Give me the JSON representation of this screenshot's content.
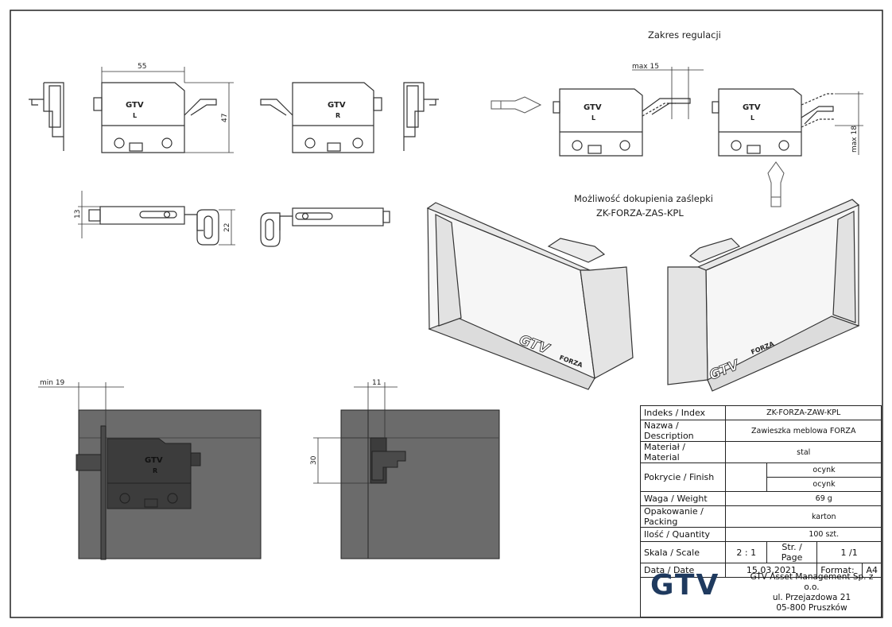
{
  "labels": {
    "zakres": "Zakres regulacji",
    "mozliwosc_1": "Możliwość dokupienia zaślepki",
    "mozliwosc_2": "ZK-FORZA-ZAS-KPL"
  },
  "dims": {
    "d55": "55",
    "d47": "47",
    "d13": "13",
    "d22": "22",
    "max15": "max 15",
    "max18": "max 18",
    "min19": "min 19",
    "d11": "11",
    "d30": "30"
  },
  "marks": {
    "gtv": "GTV",
    "L": "L",
    "R": "R",
    "forza": "FORZA"
  },
  "titleblock": {
    "index_label": "Indeks / Index",
    "index_value": "ZK-FORZA-ZAW-KPL",
    "name_label": "Nazwa / Description",
    "name_value": "Zawieszka meblowa FORZA",
    "material_label": "Materiał / Material",
    "material_value": "stal",
    "finish_label": "Pokrycie / Finish",
    "finish_value_1": "ocynk",
    "finish_value_2": "ocynk",
    "weight_label": "Waga / Weight",
    "weight_value": "69 g",
    "packing_label": "Opakowanie / Packing",
    "packing_value": "karton",
    "quantity_label": "Ilość / Quantity",
    "quantity_value": "100 szt.",
    "scale_label": "Skala / Scale",
    "scale_value": "2 : 1",
    "page_label": "Str. / Page",
    "page_value": "1 /1",
    "date_label": "Data / Date",
    "date_value": "15.03.2021",
    "format_label": "Format:",
    "format_value": "A4",
    "logo": "GTV",
    "company": "GTV Asset Management Sp. z o.o.",
    "street": "ul. Przejazdowa 21",
    "city": "05-800 Pruszków"
  },
  "colors": {
    "line": "#222222",
    "cabinet": "#6b6b6b",
    "hanger_dark": "#3c3c3c",
    "logo": "#1f3a5f"
  }
}
